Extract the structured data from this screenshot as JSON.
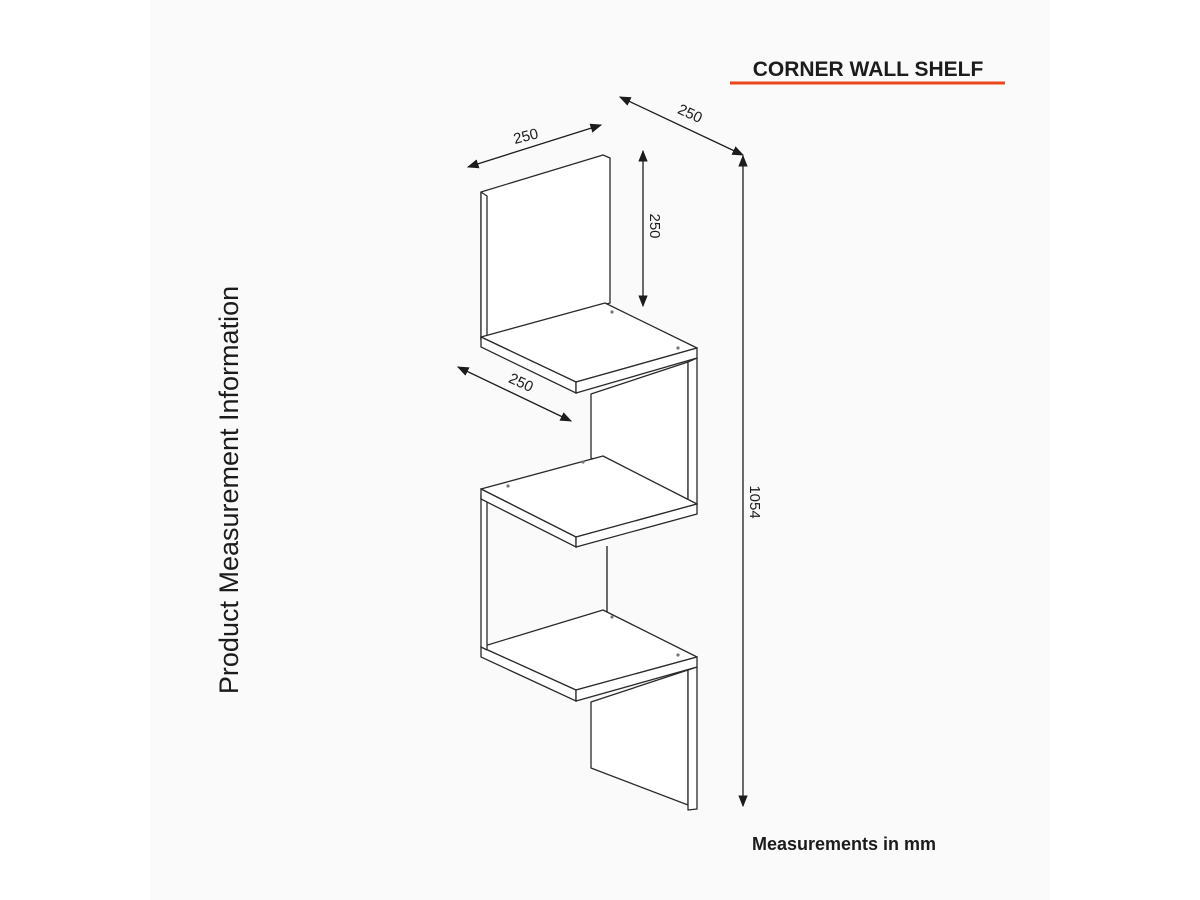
{
  "title": "CORNER WALL SHELF",
  "side_label": "Product Measurement Information",
  "footnote": "Measurements in mm",
  "accent_color": "#e8471a",
  "dimensions": {
    "top_width": "250",
    "top_depth": "250",
    "panel_height": "250",
    "shelf_depth": "250",
    "total_height": "1054"
  }
}
